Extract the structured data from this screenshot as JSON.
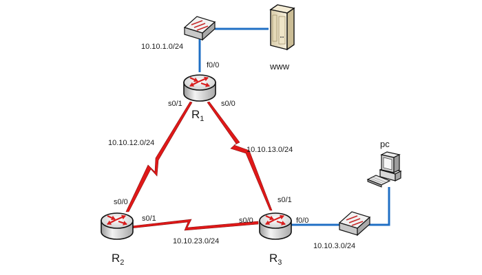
{
  "diagram": {
    "title": "",
    "colors": {
      "ethernet_link": "#1f6fc4",
      "serial_link": "#e01818",
      "serial_link_dark": "#7a1010",
      "router_arrow": "#d81e1e",
      "router_body": "#e3e3e3",
      "switch_body": "#e8e8e8",
      "server_body": "#efe6cf",
      "outline": "#111111"
    },
    "nodes": {
      "switch1": {
        "type": "switch",
        "subnet_label": "10.10.1.0/24"
      },
      "www": {
        "type": "server",
        "label": "www"
      },
      "r1": {
        "type": "router",
        "label": "R",
        "sub": "1",
        "interfaces": {
          "top": "f0/0",
          "left": "s0/1",
          "right": "s0/0"
        }
      },
      "r2": {
        "type": "router",
        "label": "R",
        "sub": "2",
        "interfaces": {
          "top": "s0/0",
          "right": "s0/1"
        }
      },
      "r3": {
        "type": "router",
        "label": "R",
        "sub": "3",
        "interfaces": {
          "top": "s0/1",
          "left": "s0/0",
          "right": "f0/0"
        }
      },
      "switch2": {
        "type": "switch",
        "subnet_label": "10.10.3.0/24"
      },
      "pc": {
        "type": "pc",
        "label": "pc"
      }
    },
    "links": [
      {
        "from": "switch1",
        "to": "www",
        "kind": "ethernet"
      },
      {
        "from": "switch1",
        "to": "r1",
        "kind": "ethernet"
      },
      {
        "from": "r1",
        "to": "r2",
        "kind": "serial",
        "subnet": "10.10.12.0/24"
      },
      {
        "from": "r1",
        "to": "r3",
        "kind": "serial",
        "subnet": "10.10.13.0/24"
      },
      {
        "from": "r2",
        "to": "r3",
        "kind": "serial",
        "subnet": "10.10.23.0/24"
      },
      {
        "from": "r3",
        "to": "switch2",
        "kind": "ethernet"
      },
      {
        "from": "switch2",
        "to": "pc",
        "kind": "ethernet"
      }
    ]
  }
}
